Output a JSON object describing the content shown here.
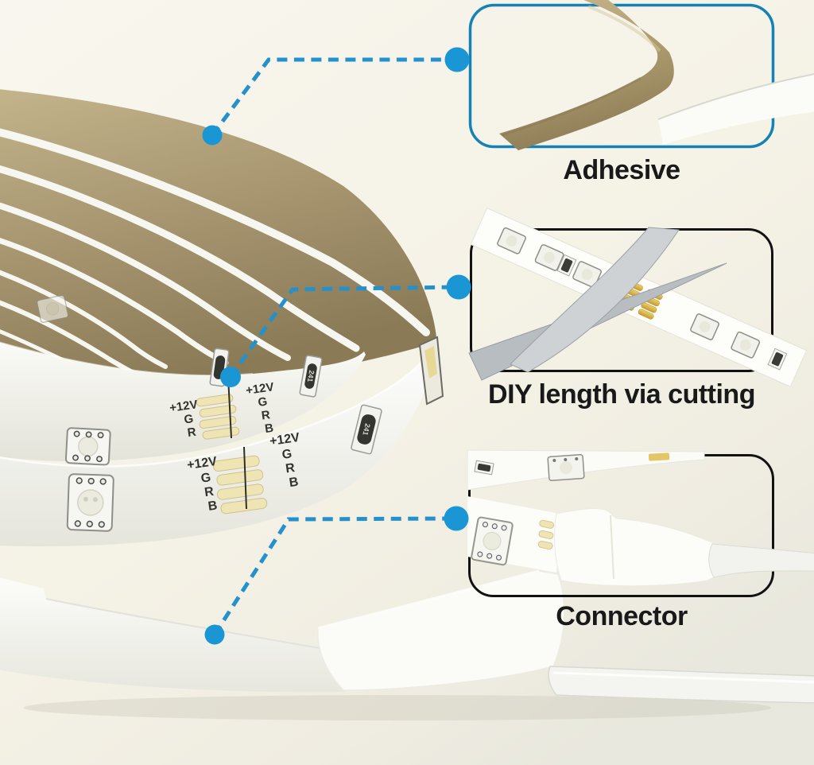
{
  "colors": {
    "background_top": "#f8f6ee",
    "background_bottom": "#eceadf",
    "leader_blue": "#2591cc",
    "dot_blue": "#1b96d4",
    "adhesive_box_border": "#1482b4",
    "dark_box_border": "#121212",
    "caption_color": "#191919",
    "adhesive_tan": "#ac9a6e",
    "solder_pad_cream": "#efe5b4",
    "solder_pad_gold": "#d9ab36"
  },
  "callouts": {
    "adhesive": {
      "label": "Adhesive"
    },
    "cutting": {
      "label": "DIY length via cutting"
    },
    "connector": {
      "label": "Connector"
    }
  },
  "strip": {
    "volt": "+12V",
    "chan_g": "G",
    "chan_r": "R",
    "chan_b": "B",
    "resistor_label": "241"
  }
}
